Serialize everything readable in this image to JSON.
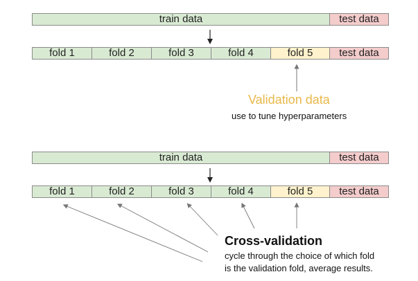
{
  "top_diagram": {
    "train_label": "train data",
    "test_label": "test data",
    "folds": [
      "fold 1",
      "fold 2",
      "fold 3",
      "fold 4",
      "fold 5"
    ],
    "fold_test_label": "test data",
    "validation_title": "Validation data",
    "validation_subtitle": "use to tune hyperparameters"
  },
  "bottom_diagram": {
    "train_label": "train data",
    "test_label": "test data",
    "folds": [
      "fold 1",
      "fold 2",
      "fold 3",
      "fold 4",
      "fold 5"
    ],
    "fold_test_label": "test data",
    "cv_title": "Cross-validation",
    "cv_line1": "cycle through the choice of which fold",
    "cv_line2": "is the validation fold, average results."
  },
  "colors": {
    "train": "#d9ead3",
    "test": "#f4cccc",
    "validation": "#fff2cc",
    "validation_text": "#e8b84a"
  }
}
